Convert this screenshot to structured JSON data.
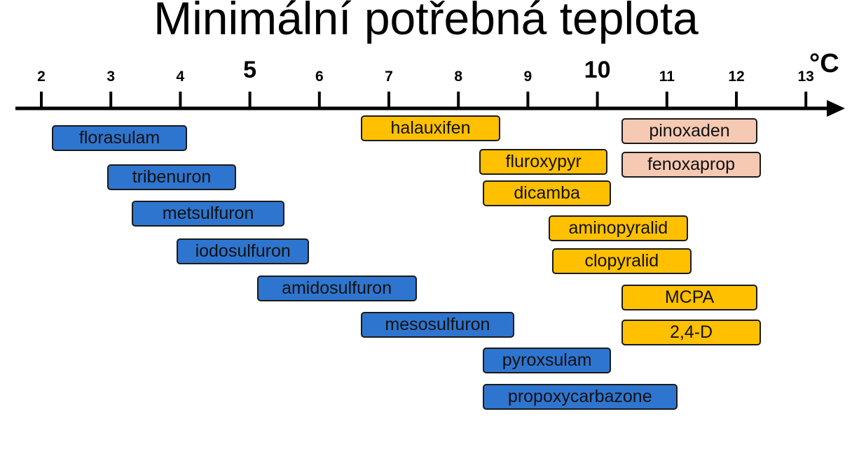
{
  "title": "Minimální potřebná teplota",
  "axis": {
    "unit": "°C",
    "ticks": [
      {
        "value": 2,
        "label": "2",
        "major": false
      },
      {
        "value": 3,
        "label": "3",
        "major": false
      },
      {
        "value": 4,
        "label": "4",
        "major": false
      },
      {
        "value": 5,
        "label": "5",
        "major": true
      },
      {
        "value": 6,
        "label": "6",
        "major": false
      },
      {
        "value": 7,
        "label": "7",
        "major": false
      },
      {
        "value": 8,
        "label": "8",
        "major": false
      },
      {
        "value": 9,
        "label": "9",
        "major": false
      },
      {
        "value": 10,
        "label": "10",
        "major": true
      },
      {
        "value": 11,
        "label": "11",
        "major": false
      },
      {
        "value": 12,
        "label": "12",
        "major": false
      },
      {
        "value": 13,
        "label": "13",
        "major": false
      }
    ]
  },
  "colors": {
    "blue": "#2e75cf",
    "yellow": "#ffc000",
    "pink": "#f6c9b3",
    "axis": "#000000"
  },
  "herbicides": [
    {
      "name": "florasulam",
      "start": 2.15,
      "end": 4.1,
      "color": "blue"
    },
    {
      "name": "tribenuron",
      "start": 2.95,
      "end": 4.8,
      "color": "blue"
    },
    {
      "name": "metsulfuron",
      "start": 3.3,
      "end": 5.5,
      "color": "blue"
    },
    {
      "name": "iodosulfuron",
      "start": 3.95,
      "end": 5.85,
      "color": "blue"
    },
    {
      "name": "amidosulfuron",
      "start": 5.1,
      "end": 7.4,
      "color": "blue"
    },
    {
      "name": "mesosulfuron",
      "start": 6.6,
      "end": 8.8,
      "color": "blue"
    },
    {
      "name": "pyroxsulam",
      "start": 8.35,
      "end": 10.2,
      "color": "blue"
    },
    {
      "name": "propoxycarbazone",
      "start": 8.35,
      "end": 11.15,
      "color": "blue"
    },
    {
      "name": "halauxifen",
      "start": 6.6,
      "end": 8.6,
      "color": "yellow"
    },
    {
      "name": "fluroxypyr",
      "start": 8.3,
      "end": 10.15,
      "color": "yellow"
    },
    {
      "name": "dicamba",
      "start": 8.35,
      "end": 10.2,
      "color": "yellow"
    },
    {
      "name": "aminopyralid",
      "start": 9.3,
      "end": 11.3,
      "color": "yellow"
    },
    {
      "name": "clopyralid",
      "start": 9.35,
      "end": 11.35,
      "color": "yellow"
    },
    {
      "name": "MCPA",
      "start": 10.35,
      "end": 12.3,
      "color": "yellow"
    },
    {
      "name": "2,4-D",
      "start": 10.35,
      "end": 12.35,
      "color": "yellow"
    },
    {
      "name": "pinoxaden",
      "start": 10.35,
      "end": 12.3,
      "color": "pink"
    },
    {
      "name": "fenoxaprop",
      "start": 10.35,
      "end": 12.35,
      "color": "pink"
    }
  ]
}
